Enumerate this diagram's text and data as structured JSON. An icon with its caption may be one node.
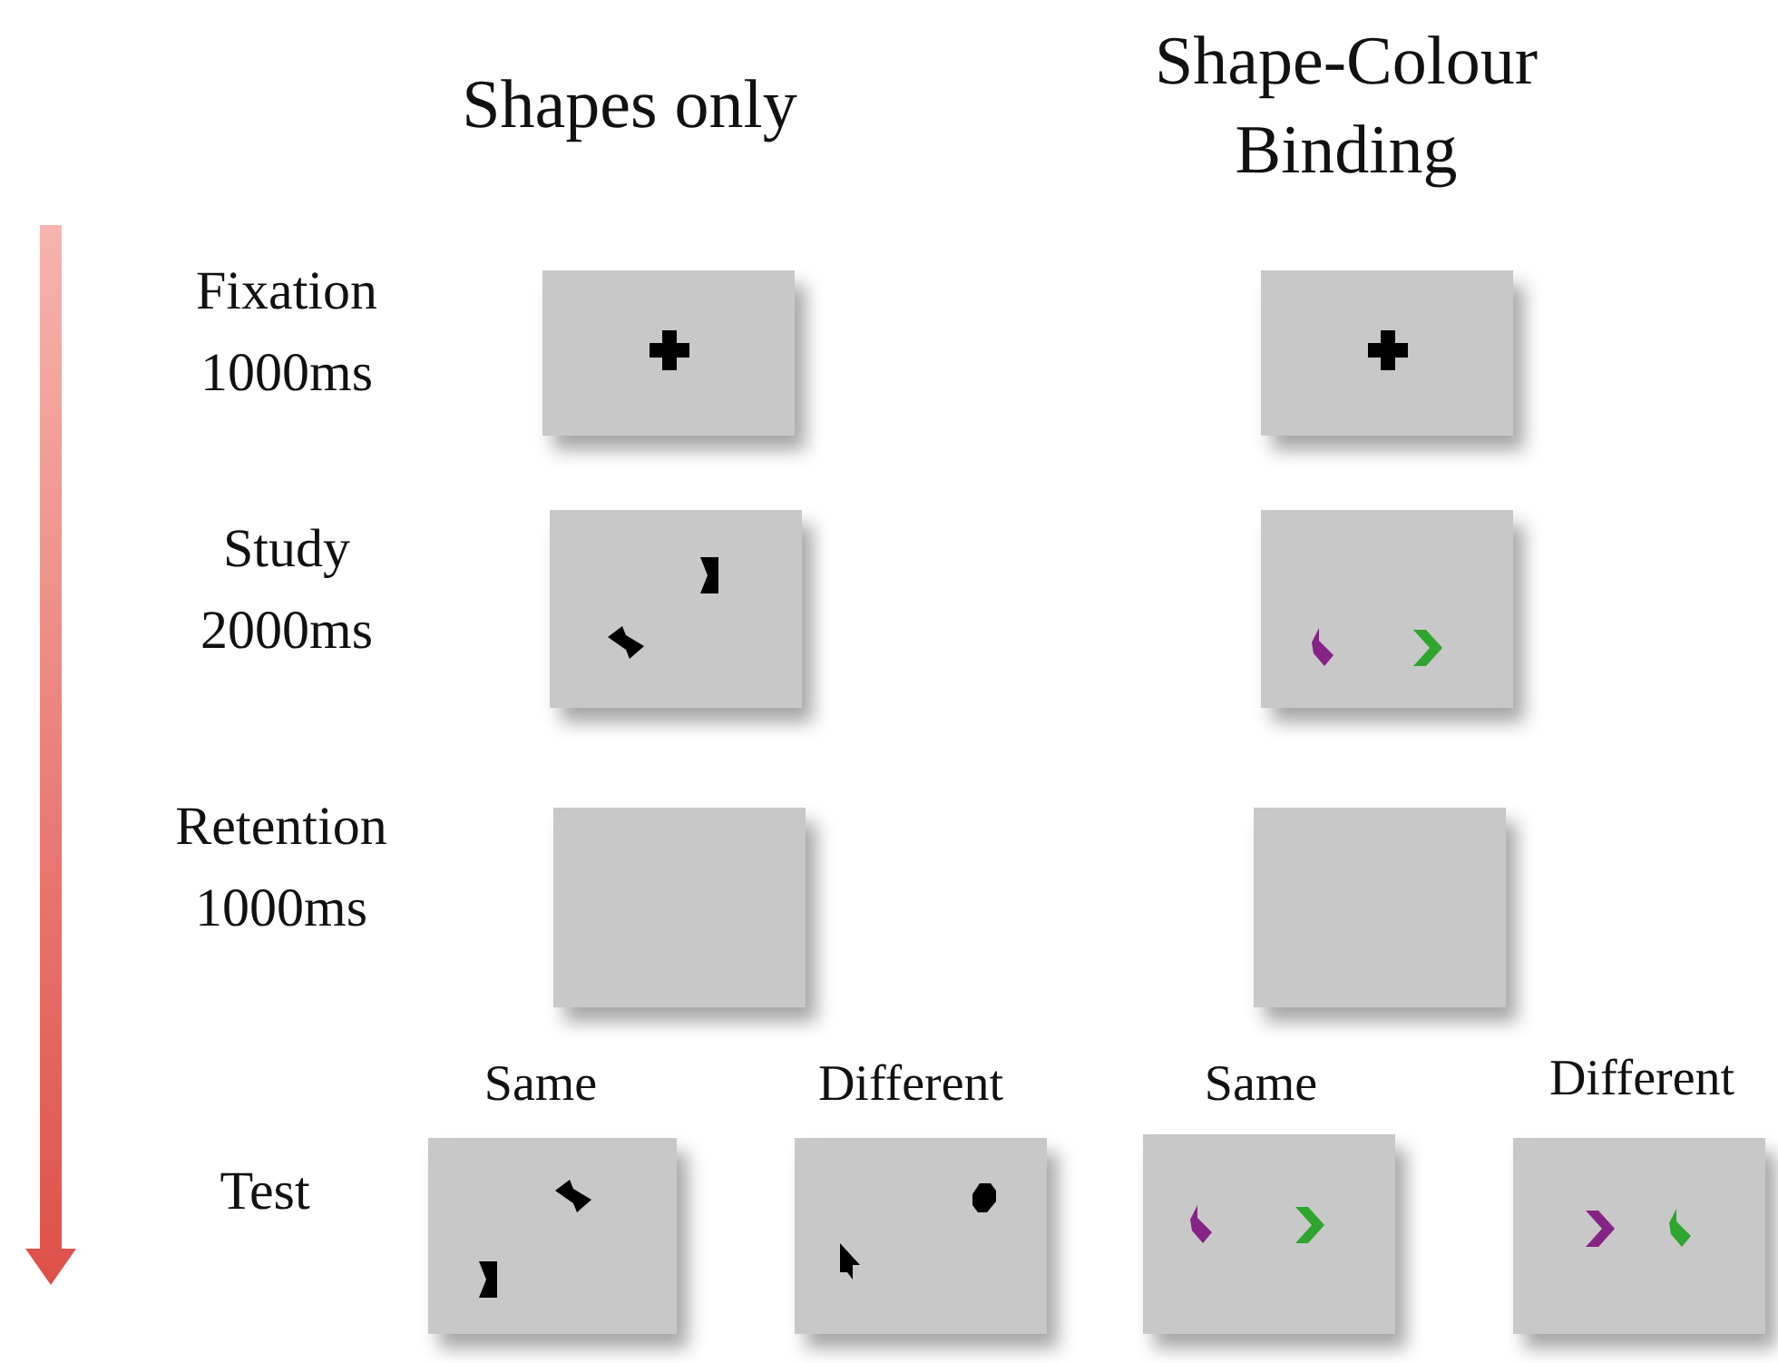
{
  "diagram": {
    "labels": [
      "Shapes only",
      "Shape-Colour Binding",
      "Fixation 1000ms",
      "Study 2000ms",
      "Retention 1000ms",
      "Same",
      "Different",
      "Same",
      "Different",
      "Test"
    ]
  }
}
